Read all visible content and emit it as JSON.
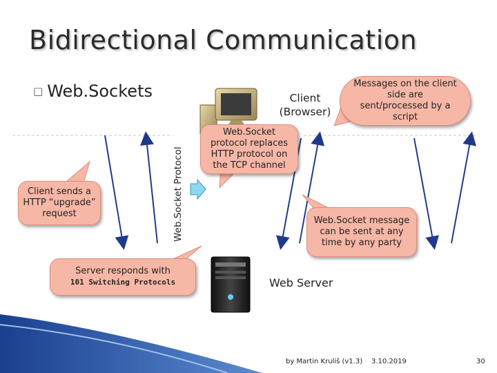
{
  "title": "Bidirectional Communication",
  "bullet": {
    "box_glyph": "□",
    "text": "Web.Sockets"
  },
  "client_label": "Client\n(Browser)",
  "server_label": "Web Server",
  "vertical_label": "Web.Socket Protocol",
  "callouts": {
    "upgrade": "Client sends a HTTP “upgrade” request",
    "switching_prefix": "Server responds with",
    "switching_code": "101 Switching Protocols",
    "replaces": "Web.Socket protocol replaces HTTP protocol on the TCP channel",
    "messages": "Messages on the client side are sent/processed by a script",
    "any_time": "Web.Socket message can be sent at any time by any party"
  },
  "footer": {
    "author": "by Martin Kruliš (v1.3)",
    "date": "3.10.2019",
    "page": "30"
  },
  "colors": {
    "callout_fill": "#f7b7a6",
    "arrow": "#1f3a8a",
    "wave": "#1f4e9c"
  }
}
